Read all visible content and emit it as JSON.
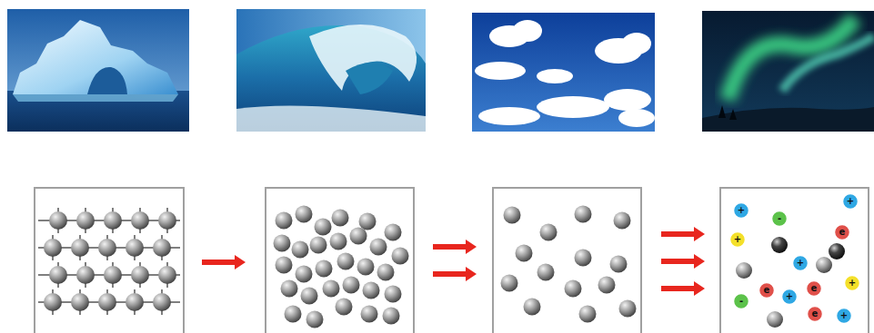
{
  "diagram": {
    "labels": [
      "+",
      "+",
      "-",
      "e",
      "+",
      "+",
      "e",
      "-",
      "e",
      "+",
      "+",
      "e",
      "+"
    ]
  }
}
